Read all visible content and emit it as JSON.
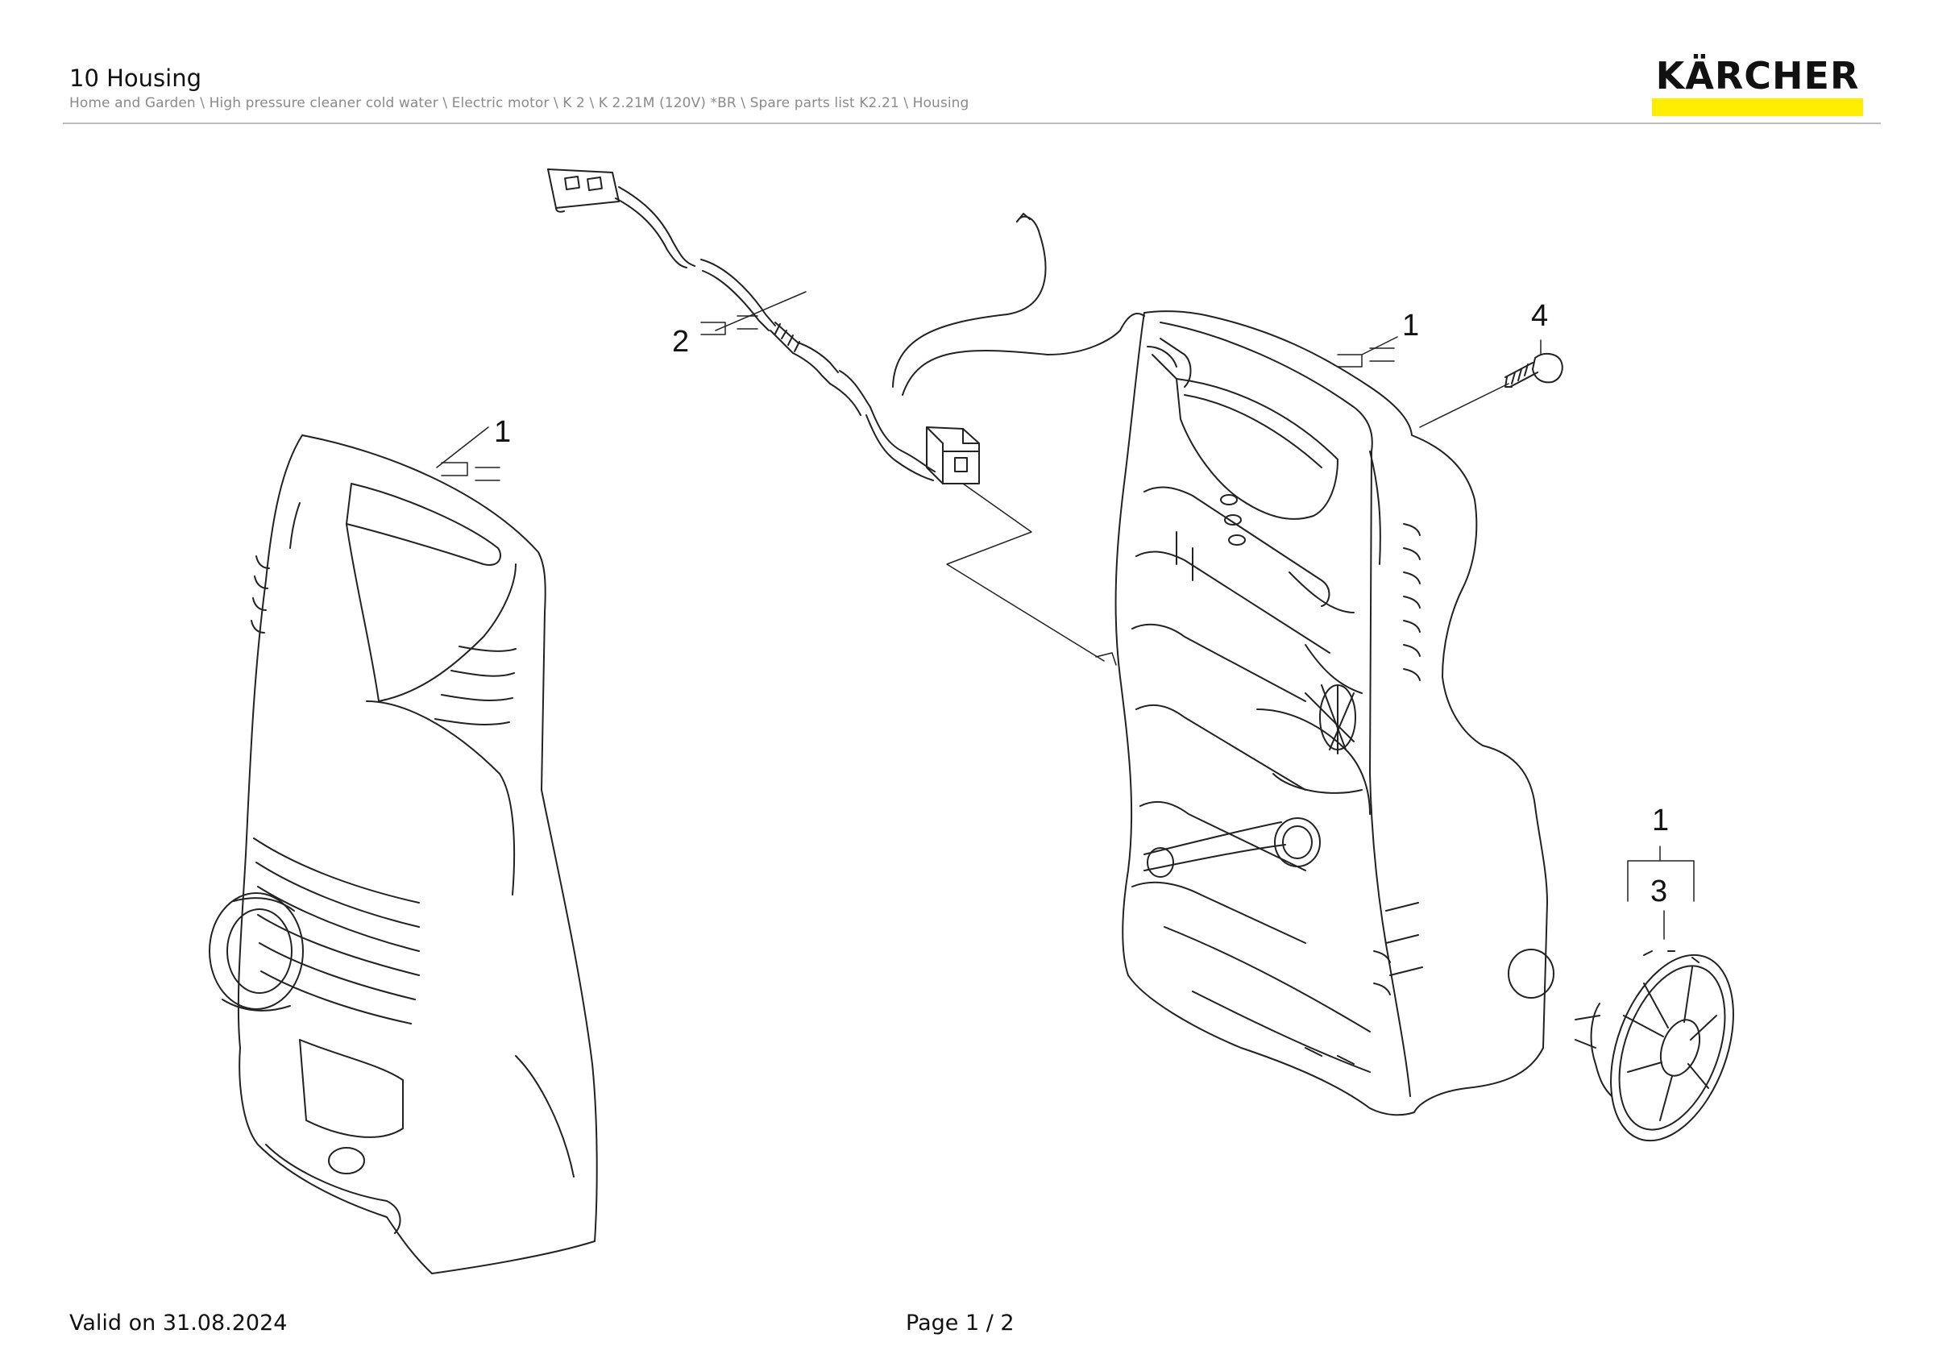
{
  "header": {
    "title": "10 Housing",
    "breadcrumb": "Home and Garden \\ High pressure cleaner cold water \\ Electric motor \\ K 2 \\ K 2.21M (120V) *BR \\ Spare parts list K2.21 \\ Housing"
  },
  "brand": {
    "name": "KÄRCHER",
    "accent_color": "#ffed00"
  },
  "callouts": {
    "front_cover": "1",
    "power_cable": "2",
    "rear_housing": "1",
    "screw": "4",
    "wheel_assembly": "1",
    "wheel": "3"
  },
  "footer": {
    "valid_on": "Valid on 31.08.2024",
    "page": "Page 1 / 2"
  }
}
